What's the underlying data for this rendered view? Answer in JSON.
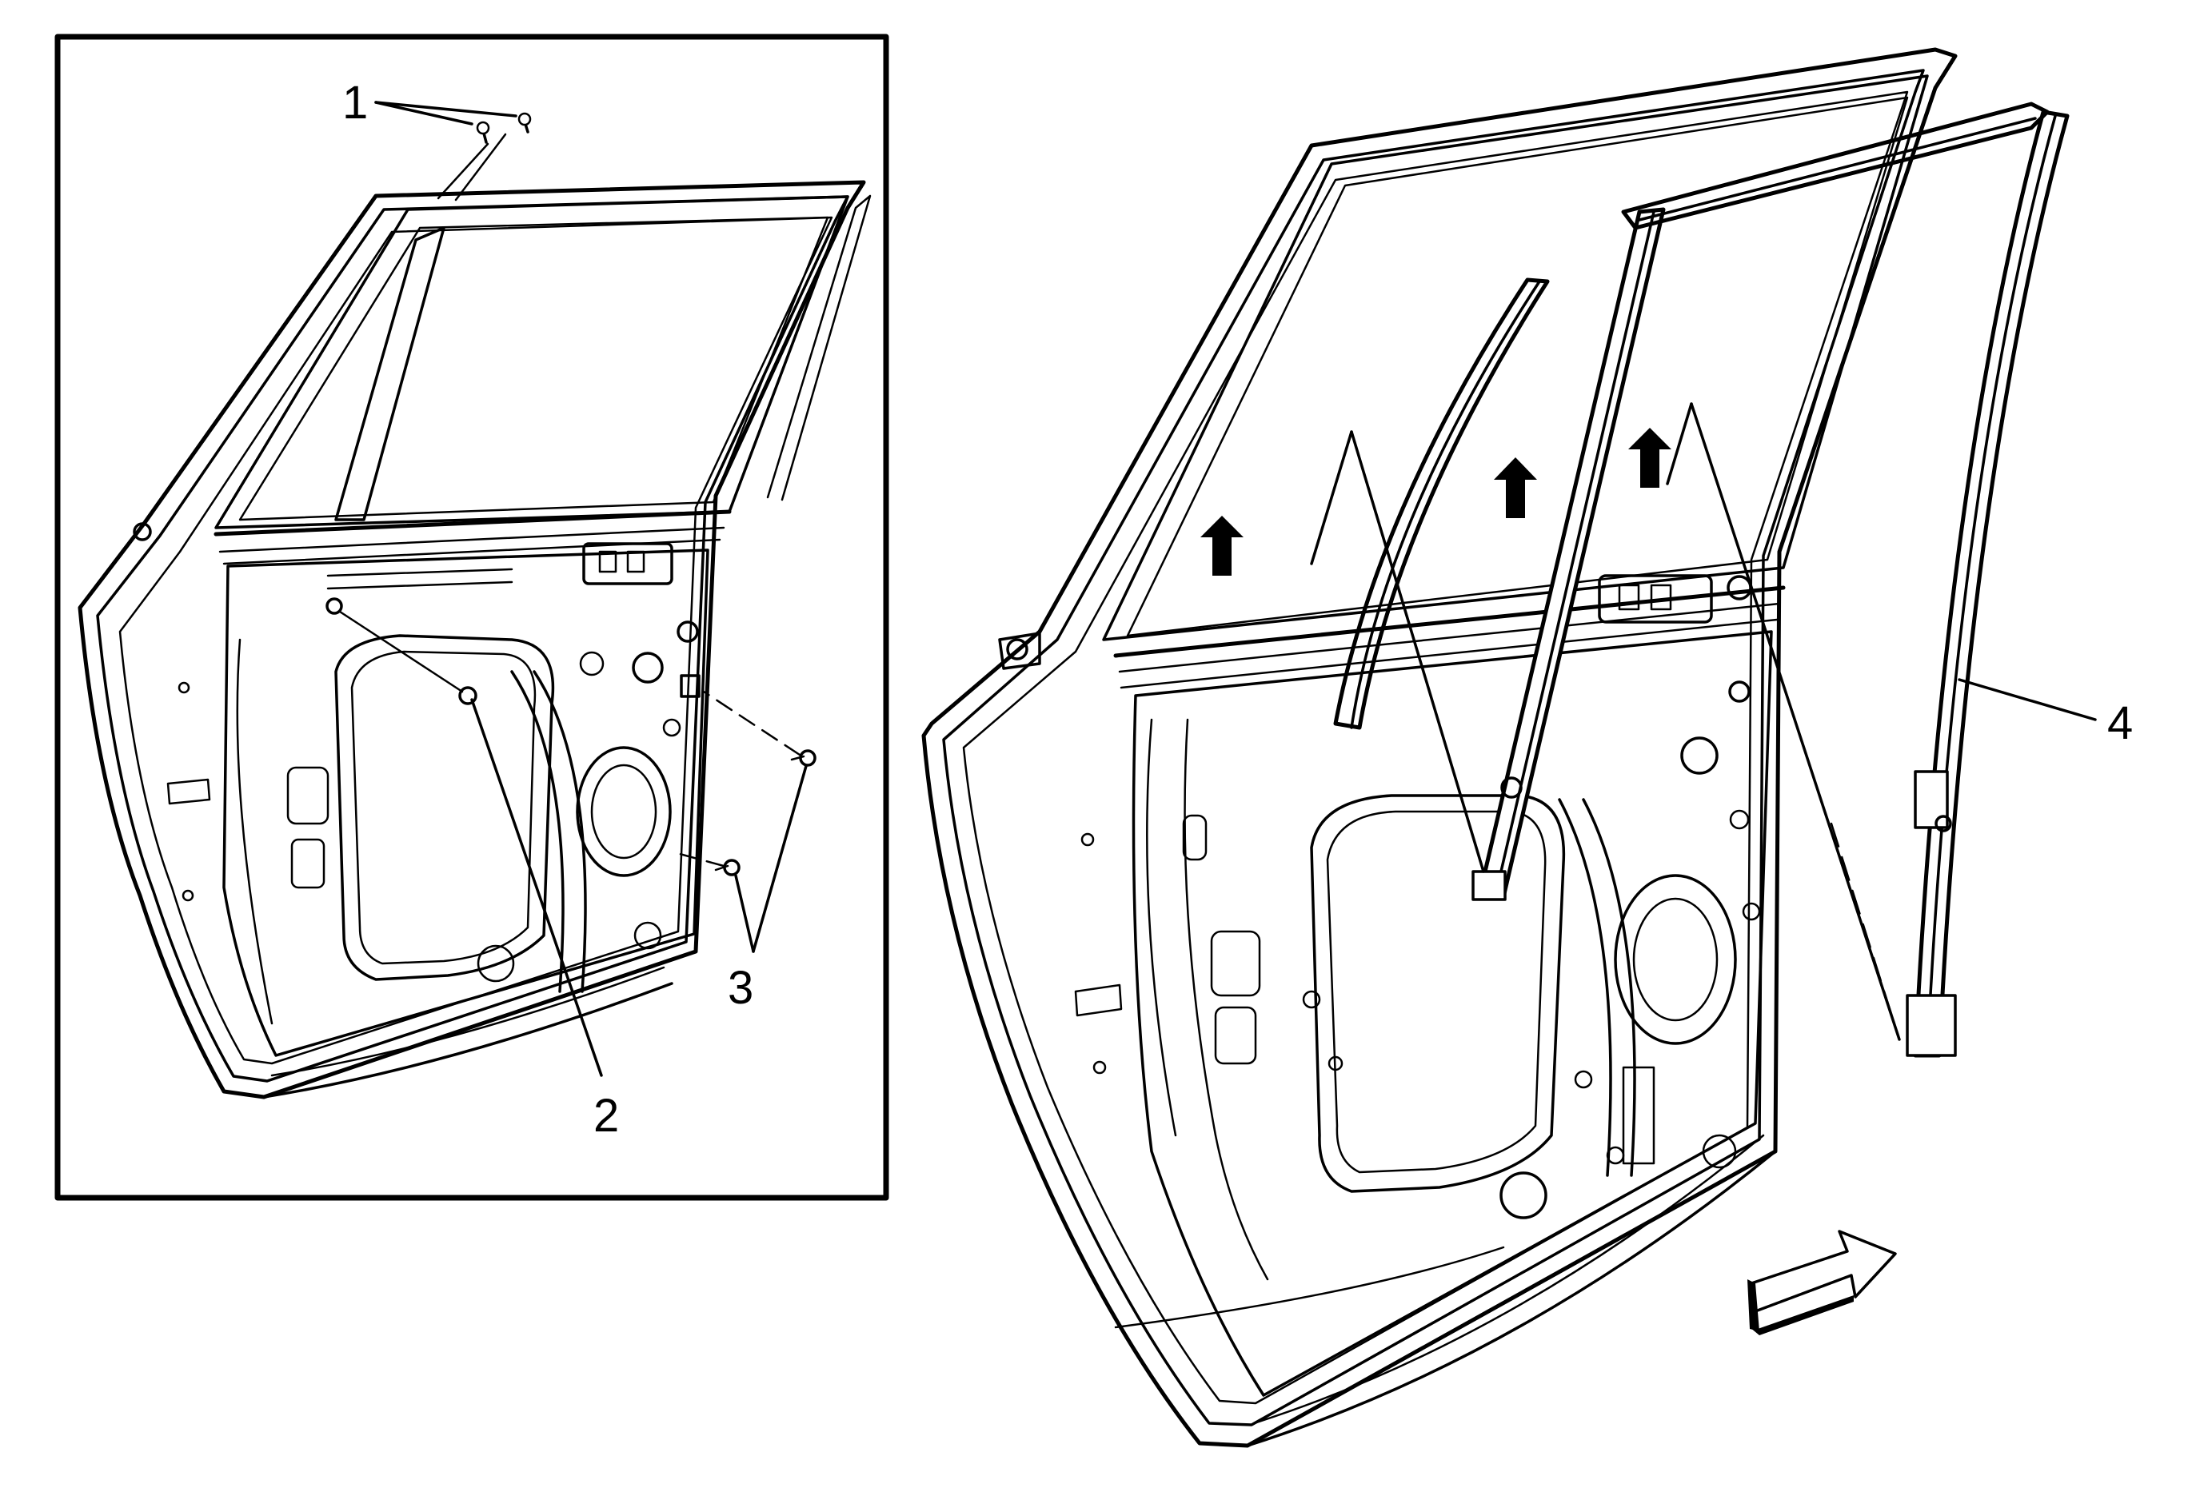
{
  "diagram": {
    "callouts": [
      {
        "id": "1",
        "label": "1"
      },
      {
        "id": "2",
        "label": "2"
      },
      {
        "id": "3",
        "label": "3"
      },
      {
        "id": "4",
        "label": "4"
      }
    ],
    "colors": {
      "line": "#000000",
      "background": "#ffffff"
    },
    "icons": [
      "upward-removal-arrow",
      "vehicle-front-direction-arrow"
    ]
  }
}
